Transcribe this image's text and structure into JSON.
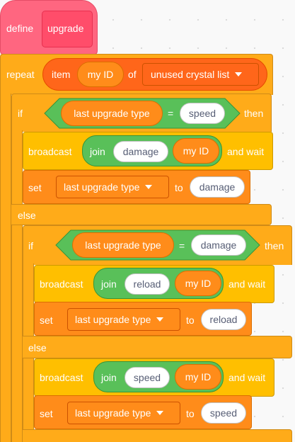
{
  "define_block": {
    "keyword": "define",
    "name": "upgrade"
  },
  "repeat_block": {
    "keyword": "repeat",
    "item_label": "item",
    "index_var": "my ID",
    "of_label": "of",
    "list_name": "unused crystal list"
  },
  "outer_if": {
    "if_label": "if",
    "then_label": "then",
    "else_label": "else",
    "condition": {
      "left": "last upgrade type",
      "operator": "=",
      "right": "speed"
    },
    "broadcast": {
      "label": "broadcast",
      "join_label": "join",
      "text": "damage",
      "var": "my ID",
      "suffix": "and wait"
    },
    "set": {
      "label": "set",
      "variable": "last upgrade type",
      "to_label": "to",
      "value": "damage"
    }
  },
  "inner_if": {
    "if_label": "if",
    "then_label": "then",
    "else_label": "else",
    "condition": {
      "left": "last upgrade type",
      "operator": "=",
      "right": "damage"
    },
    "broadcast": {
      "label": "broadcast",
      "join_label": "join",
      "text": "reload",
      "var": "my ID",
      "suffix": "and wait"
    },
    "set": {
      "label": "set",
      "variable": "last upgrade type",
      "to_label": "to",
      "value": "reload"
    },
    "else_broadcast": {
      "label": "broadcast",
      "join_label": "join",
      "text": "speed",
      "var": "my ID",
      "suffix": "and wait"
    },
    "else_set": {
      "label": "set",
      "variable": "last upgrade type",
      "to_label": "to",
      "value": "speed"
    }
  },
  "colors": {
    "define": "#ff6680",
    "control": "#ffab19",
    "events": "#ffbf00",
    "variables": "#ff8c1a",
    "operators": "#59c059"
  }
}
